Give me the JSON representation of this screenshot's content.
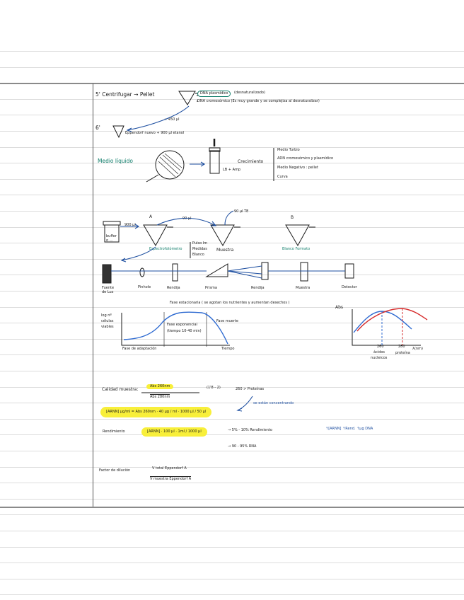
{
  "step5": {
    "label": "5' Centrifugar → Pellet",
    "circled": "DNA plasmídico",
    "circled_note": "(desnaturalizado)",
    "line2": "DNA cromosómico (Es muy grande y se complejiza al desnaturalizar)",
    "volume": "≈ 450 µl"
  },
  "step6": {
    "label": "6'",
    "text": "Eppendorf nuevo + 900 µl etanol"
  },
  "medio": {
    "label": "Medio líquido",
    "tube_label": "LB + Amp",
    "crecimiento": "Crecimiento",
    "notes": [
      "Medio Turbio",
      "ADN cromosómico y plasmídico",
      "Medio Negativo : pellet",
      "Curva"
    ]
  },
  "spectro_setup": {
    "vol_left": "900 µl",
    "tube_label": "buffer o ...",
    "A": "A",
    "B": "B",
    "vol_mid": "90 µl",
    "vol_te": "90 µl TE",
    "espectro": "Espectrofotómetro",
    "side_note": [
      "Pulso lm",
      "Medidas",
      "Blanco"
    ],
    "muestra": "Muestra",
    "blanco": "Blanco Formato"
  },
  "optics": {
    "labels": [
      "Fuente de Luz",
      "Pinhole",
      "Rendija",
      "Prisma",
      "Rendija",
      "Muestra",
      "Detector"
    ]
  },
  "growth": {
    "fase": "Fase estacionaria ( se agotan los nutrientes y aumentan desechos )",
    "ylabel": [
      "log nº",
      "células",
      "viables"
    ],
    "lag": "Fase de adaptación",
    "exp": [
      "Fase exponencial",
      "(tiempo 10-40 min)"
    ],
    "death": "Fase muerte",
    "tiempo": "Tiempo"
  },
  "abs_plot": {
    "ylabel": "Abs",
    "xlabel": "λ(nm)",
    "tick1": "260",
    "tick1_sub": [
      "ácidos",
      "nucleicos"
    ],
    "tick2": "280",
    "tick2_sub": "proteína",
    "color_blue": "#2f6bd1",
    "color_red": "#d62c2c"
  },
  "calidad": {
    "label": "Calidad muestra:",
    "num": "Abs 260nm",
    "den": "Abs 280nm",
    "range": "(1'8 - 2)",
    "note": "260 > Proteínas",
    "concentration": "[ARNN] µg/ml = Abs 260nm · 40 µg / ml · 1000 µl / 50 µl",
    "arrow_note": "se están concentrando"
  },
  "rendimiento": {
    "label": "Rendimiento",
    "formula": "[ARNN] · 100 µl · 1ml / 1000 µl",
    "r1": "→ 5% - 10% Rendimiento",
    "r2": "→ 90 - 95% RNA",
    "note": "↑[ARNN] ↑Rend. ↑µg DNA"
  },
  "factor": {
    "label": "Factor de dilución",
    "num": "V total Eppendorf A",
    "den": "V muestra Eppendorf A"
  }
}
